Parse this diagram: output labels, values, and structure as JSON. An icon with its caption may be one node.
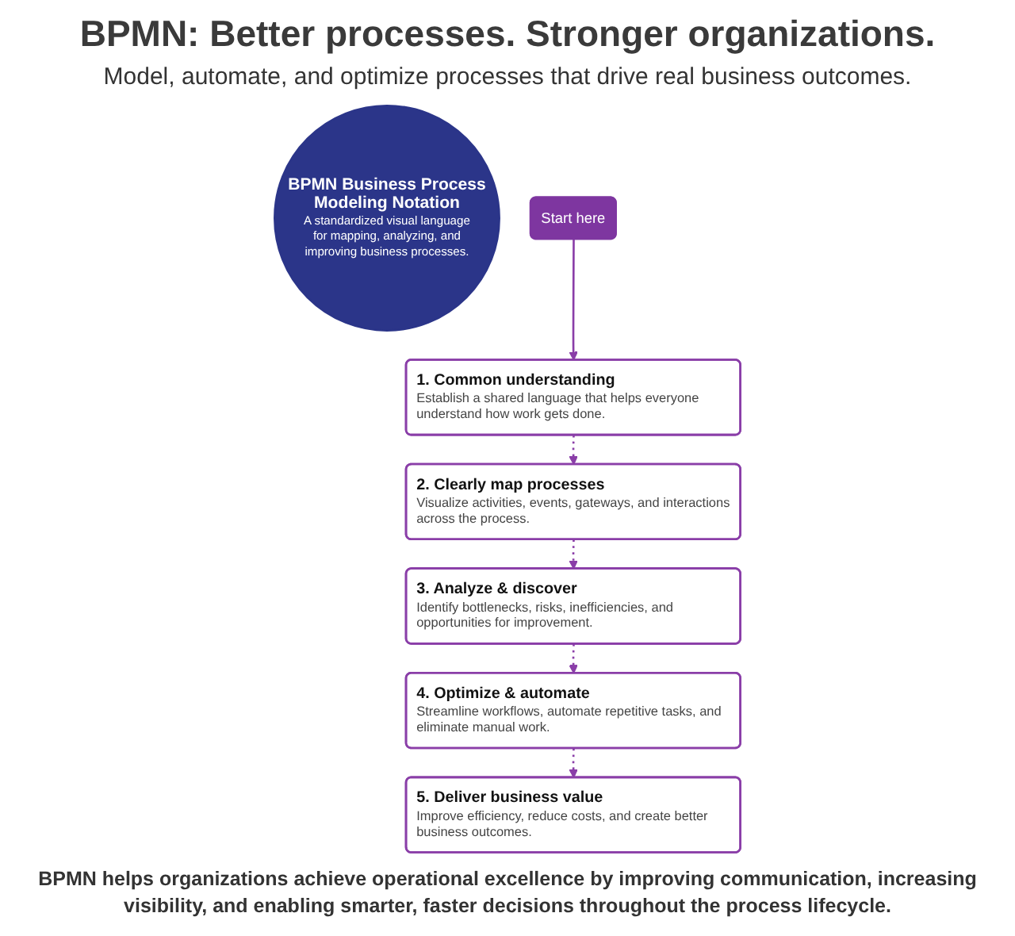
{
  "diagram": {
    "title": "BPMN: Better processes. Stronger organizations.",
    "caption": "BPMN helps organizations achieve operational excellence by improving communication, increasing visibility, and enabling smarter, faster decisions throughout the process lifecycle.",
    "nodes": [
      {
        "text": [
          "BPMN Business Process Modeling Notation",
          "A standardized visual language for mapping, analyzing, and improving business processes."
        ]
      },
      {
        "text": [
          "Start here"
        ]
      },
      {
        "text": [
          "1. Common understanding",
          "Establish a shared language that helps everyone understand how work gets done."
        ]
      },
      {
        "text": [
          "2. Clearly map processes",
          "Visualize activities, events, gateways, and interactions across the process."
        ]
      },
      {
        "text": [
          "3. Analyze & discover",
          "Identify bottlenecks, risks, inefficiencies, and opportunities for improvement."
        ]
      },
      {
        "text": [
          "4. Optimize & automate",
          "Streamline workflows, automate repetitive tasks, and eliminate manual work."
        ]
      },
      {
        "text": [
          "5. Deliver business value",
          "Improve efficiency, reduce costs, and create better business outcomes."
        ]
      }
    ],
    "edges": [
      {
        "from": 1,
        "to": 2,
        "arrow": "to"
      },
      {
        "from": 2,
        "to": 3,
        "arrow": "to",
        "style": "dashed"
      },
      {
        "from": 3,
        "to": 4,
        "arrow": "to",
        "style": "dashed"
      },
      {
        "from": 4,
        "to": 5,
        "arrow": "to",
        "style": "dashed"
      },
      {
        "from": 5,
        "to": 6,
        "arrow": "to",
        "style": "dashed"
      }
    ],
    "labels": [
      "Model, automate, and optimize processes that drive real business outcomes."
    ]
  }
}
